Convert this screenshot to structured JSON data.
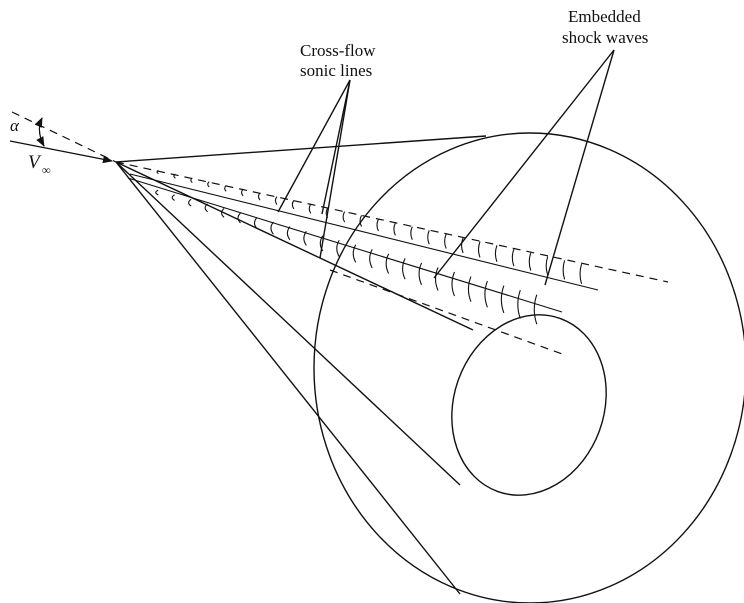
{
  "labels": {
    "crossflow_line1": "Cross-flow",
    "crossflow_line2": "sonic lines",
    "embedded_line1": "Embedded",
    "embedded_line2": "shock waves",
    "alpha": "α",
    "v": "V",
    "v_sub": "∞"
  }
}
